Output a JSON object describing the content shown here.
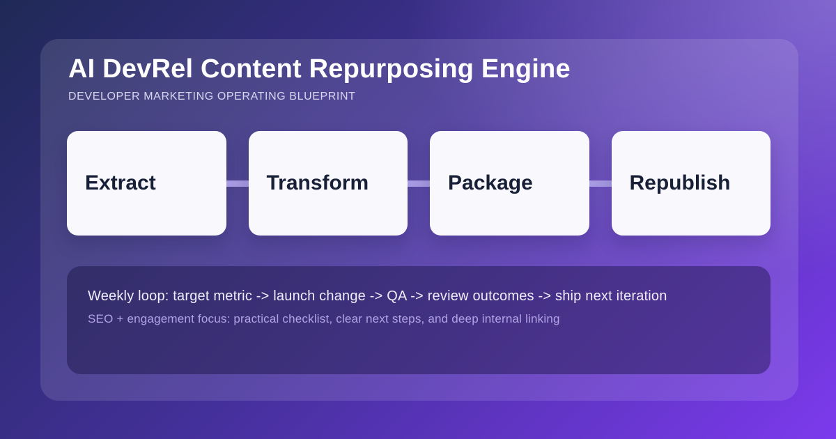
{
  "header": {
    "title": "AI DevRel Content Repurposing Engine",
    "subtitle": "DEVELOPER MARKETING OPERATING BLUEPRINT"
  },
  "flow": {
    "steps": [
      {
        "label": "Extract"
      },
      {
        "label": "Transform"
      },
      {
        "label": "Package"
      },
      {
        "label": "Republish"
      }
    ]
  },
  "panel": {
    "line1": "Weekly loop: target metric -> launch change -> QA -> review outcomes -> ship next iteration",
    "line2": "SEO + engagement focus: practical checklist, clear next steps, and deep internal linking"
  },
  "colors": {
    "background_gradient_start": "#1f2956",
    "background_gradient_mid": "#45309c",
    "background_gradient_end": "#7c3aed",
    "background_topright_tint": "#a28ce2",
    "card_overlay": "rgba(255,255,255,0.12)",
    "step_box_background": "#f9f8fd",
    "step_box_text": "#182038",
    "connector": "#a79ae2",
    "panel_background": "rgba(20,14,60,0.42)",
    "title_text": "#ffffff",
    "subtitle_text": "#d8d5ef",
    "panel_line1_text": "#efecfb",
    "panel_line2_text": "#b2a4e6"
  }
}
